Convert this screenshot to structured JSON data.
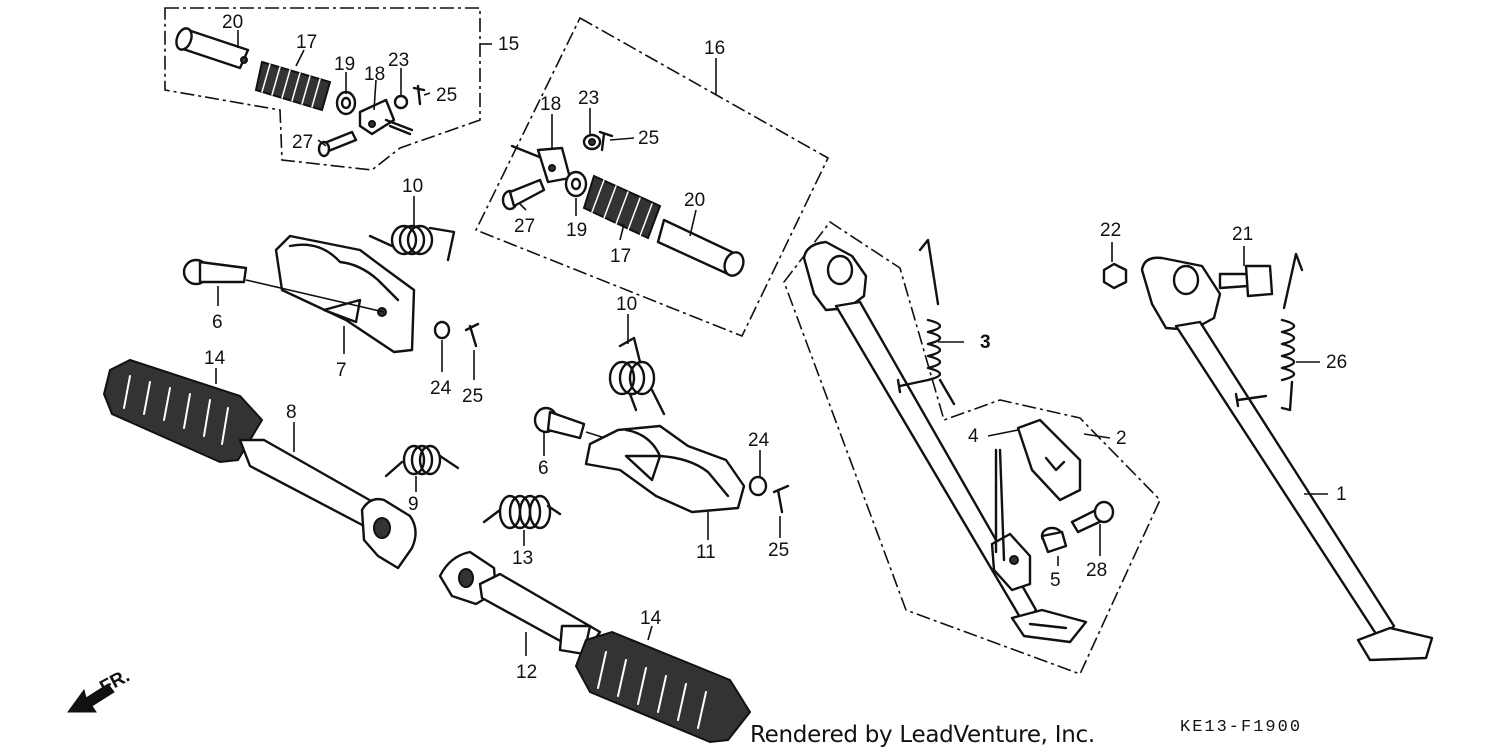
{
  "callouts": {
    "c1": "1",
    "c2": "2",
    "c3": "3",
    "c4": "4",
    "c5": "5",
    "c6a": "6",
    "c6b": "6",
    "c7": "7",
    "c8": "8",
    "c9": "9",
    "c10a": "10",
    "c10b": "10",
    "c11": "11",
    "c12": "12",
    "c13": "13",
    "c14a": "14",
    "c14b": "14",
    "c15": "15",
    "c16": "16",
    "c17a": "17",
    "c17b": "17",
    "c18a": "18",
    "c18b": "18",
    "c19a": "19",
    "c19b": "19",
    "c20a": "20",
    "c20b": "20",
    "c21": "21",
    "c22": "22",
    "c23a": "23",
    "c23b": "23",
    "c24a": "24",
    "c24b": "24",
    "c25a": "25",
    "c25b": "25",
    "c25c": "25",
    "c25d": "25",
    "c26": "26",
    "c27a": "27",
    "c27b": "27",
    "c28": "28"
  },
  "direction_label": "FR.",
  "credit": "Rendered by LeadVenture, Inc.",
  "diagram_code": "KE13-F1900"
}
